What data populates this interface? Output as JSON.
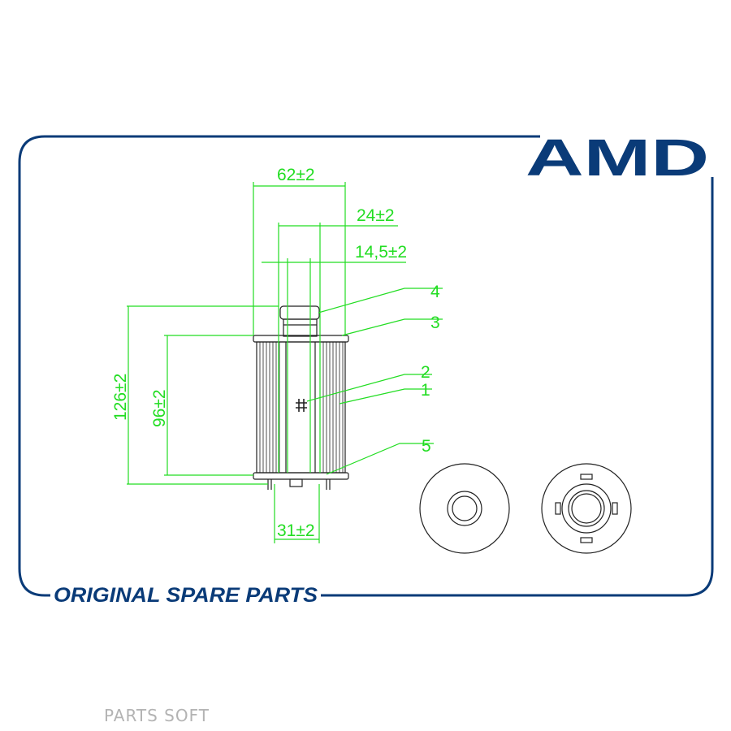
{
  "brand": {
    "logo_text": "AMD",
    "slogan": "ORIGINAL SPARE PARTS",
    "primary_color": "#0a3b78"
  },
  "drawing": {
    "dimension_color": "#22dd22",
    "line_color": "#222222",
    "dimensions": {
      "outer_diameter": "62±2",
      "top_diameter": "24±2",
      "inner_diameter": "14,5±2",
      "bottom_diameter": "31±2",
      "total_height": "126±2",
      "body_height": "96±2"
    },
    "part_labels": [
      "4",
      "3",
      "2",
      "1",
      "5"
    ]
  },
  "footer": {
    "watermark": "PARTS SOFT"
  }
}
